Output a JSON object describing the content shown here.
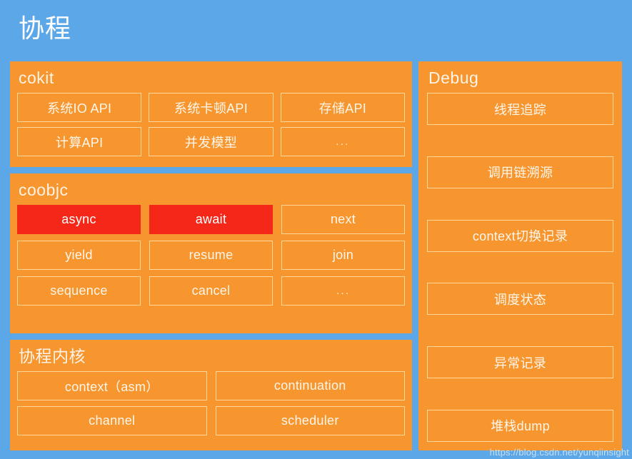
{
  "diagram": {
    "title": "协程",
    "background_color": "#5ba7e8",
    "panel_color": "#f7952e",
    "highlight_color": "#f42718",
    "border_color": "#ffd89a",
    "text_color": "#fff6ea"
  },
  "panels": {
    "cokit": {
      "title": "cokit",
      "items": [
        "系统IO API",
        "系统卡顿API",
        "存储API",
        "计算API",
        "并发模型",
        "..."
      ]
    },
    "coobjc": {
      "title": "coobjc",
      "items": [
        {
          "label": "async",
          "highlight": true
        },
        {
          "label": "await",
          "highlight": true
        },
        {
          "label": "next",
          "highlight": false
        },
        {
          "label": "yield",
          "highlight": false
        },
        {
          "label": "resume",
          "highlight": false
        },
        {
          "label": "join",
          "highlight": false
        },
        {
          "label": "sequence",
          "highlight": false
        },
        {
          "label": "cancel",
          "highlight": false
        },
        {
          "label": "...",
          "highlight": false
        }
      ]
    },
    "kernel": {
      "title": "协程内核",
      "items": [
        "context（asm）",
        "continuation",
        "channel",
        "scheduler"
      ]
    },
    "debug": {
      "title": "Debug",
      "items": [
        "线程追踪",
        "调用链溯源",
        "context切换记录",
        "调度状态",
        "异常记录",
        "堆栈dump"
      ]
    }
  },
  "watermark": "https://blog.csdn.net/yunqiinsight"
}
